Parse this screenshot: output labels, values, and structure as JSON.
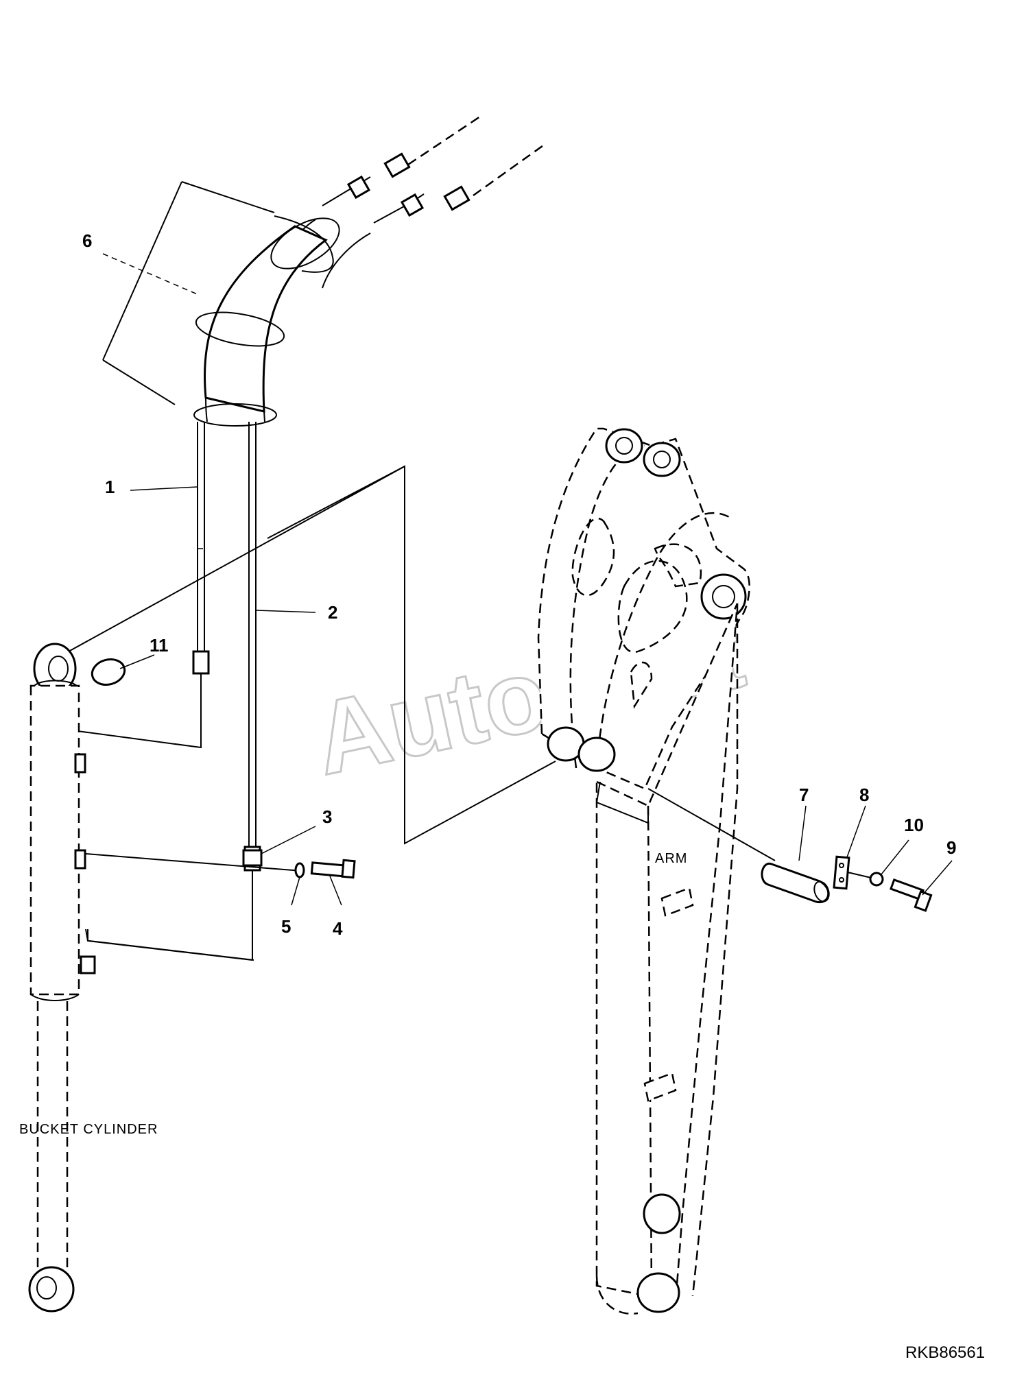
{
  "callouts": {
    "c1": "1",
    "c2": "2",
    "c3": "3",
    "c4": "4",
    "c5": "5",
    "c6": "6",
    "c7": "7",
    "c8": "8",
    "c9": "9",
    "c10": "10",
    "c11": "11"
  },
  "labels": {
    "arm": "ARM",
    "bucket_cylinder": "BUCKET CYLINDER"
  },
  "document_id": "RKB86561",
  "watermark": "AutoSoft"
}
